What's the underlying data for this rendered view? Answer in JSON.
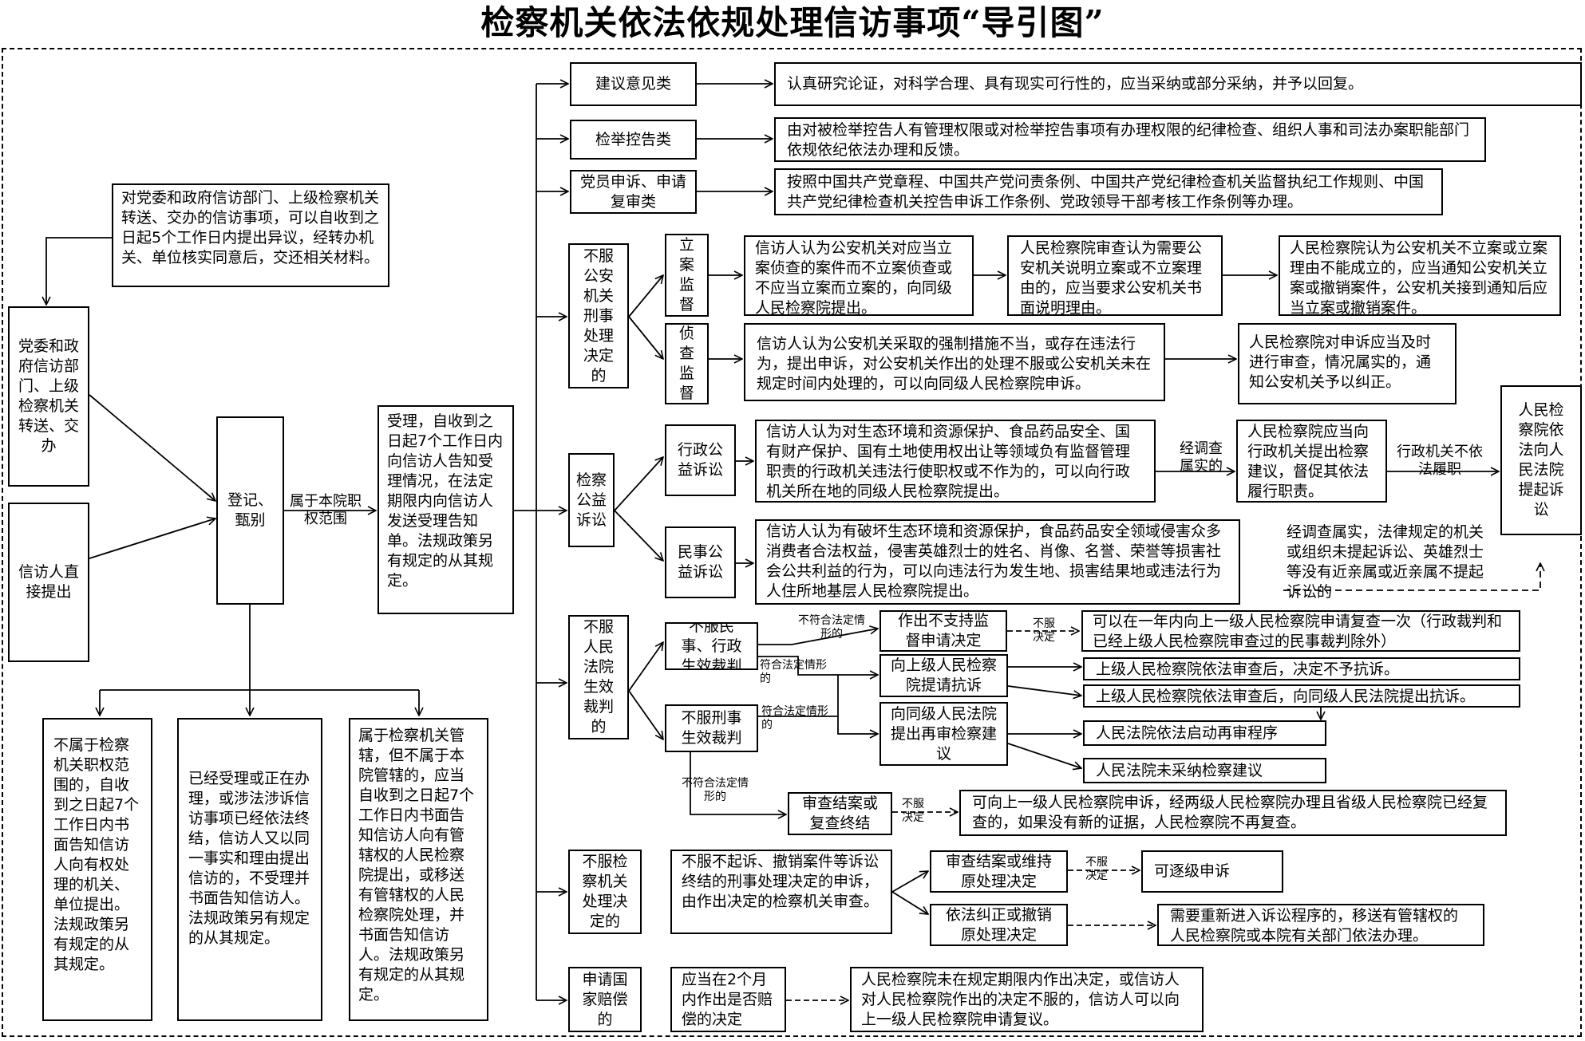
{
  "title": "检察机关依法依规处理信访事项“导引图”",
  "sources": {
    "party": "党委和政府信访部门、上级检察机关转送、交办",
    "direct": "信访人直接提出",
    "objection_note": "对党委和政府信访部门、上级检察机关转送、交办的信访事项，可以自收到之日起5个工作日内提出异议，经转办机关、单位核实同意后，交还相关材料。"
  },
  "register": "登记、甄别",
  "within_scope_label": "属于本院职权范围",
  "accept": "受理，自收到之日起7个工作日内向信访人告知受理情况，在法定期限内向信访人发送受理告知单。法规政策另有规定的从其规定。",
  "outcomes": {
    "not_procuratorate": "不属于检察机关职权范围的，自收到之日起7个工作日内书面告知信访人向有权处理的机关、单位提出。法规政策另有规定的从其规定。",
    "already_handled": "已经受理或正在办理，或涉法涉诉信访事项已经依法终结，信访人又以同一事实和理由提出信访的，不受理并书面告知信访人。法规政策另有规定的从其规定。",
    "other_court": "属于检察机关管辖，但不属于本院管辖的，应当自收到之日起7个工作日内书面告知信访人向有管辖权的人民检察院提出，或移送有管辖权的人民检察院处理，并书面告知信访人。法规政策另有规定的从其规定。"
  },
  "categories": {
    "suggestion": {
      "name": "建议意见类",
      "desc": "认真研究论证，对科学合理、具有现实可行性的，应当采纳或部分采纳，并予以回复。"
    },
    "report": {
      "name": "检举控告类",
      "desc": "由对被检举控告人有管理权限或对检举控告事项有办理权限的纪律检查、组织人事和司法办案职能部门依规依纪依法办理和反馈。"
    },
    "party_appeal": {
      "name": "党员申诉、申请复审类",
      "desc": "按照中国共产党章程、中国共产党问责条例、中国共产党纪律检查机关监督执纪工作规则、中国共产党纪律检查机关控告申诉工作条例、党政领导干部考核工作条例等办理。"
    },
    "police": {
      "name": "不服公安机关刑事处理决定的",
      "filing": {
        "name": "立案监督",
        "step1": "信访人认为公安机关对应当立案侦查的案件而不立案侦查或不应当立案而立案的，向同级人民检察院提出。",
        "step2": "人民检察院审查认为需要公安机关说明立案或不立案理由的，应当要求公安机关书面说明理由。",
        "step3": "人民检察院认为公安机关不立案或立案理由不能成立的，应当通知公安机关立案或撤销案件，公安机关接到通知后应当立案或撤销案件。"
      },
      "investigation": {
        "name": "侦查监督",
        "step1": "信访人认为公安机关采取的强制措施不当，或存在违法行为，提出申诉，对公安机关作出的处理不服或公安机关未在规定时间内处理的，可以向同级人民检察院申诉。",
        "step2": "人民检察院对申诉应当及时进行审查，情况属实的，通知公安机关予以纠正。"
      }
    },
    "public_interest": {
      "name": "检察公益诉讼",
      "admin": {
        "name": "行政公益诉讼",
        "desc": "信访人认为对生态环境和资源保护、食品药品安全、国有财产保护、国有土地使用权出让等领域负有监督管理职责的行政机关违法行使职权或不作为的，可以向行政机关所在地的同级人民检察院提出。",
        "verified_label": "经调查属实的",
        "proposal": "人民检察院应当向行政机关提出检察建议，督促其依法履行职责。",
        "noncompliance_label": "行政机关不依法履职"
      },
      "civil": {
        "name": "民事公益诉讼",
        "desc": "信访人认为有破坏生态环境和资源保护，食品药品安全领域侵害众多消费者合法权益，侵害英雄烈士的姓名、肖像、名誉、荣誉等损害社会公共利益的行为，可以向违法行为发生地、损害结果地或违法行为人住所地基层人民检察院提出。",
        "verified_note": "经调查属实，法律规定的机关或组织未提起诉讼、英雄烈士等没有近亲属或近亲属不提起诉讼的"
      },
      "lawsuit": "人民检察院依法向人民法院提起诉讼"
    },
    "court": {
      "name": "不服人民法院生效裁判的",
      "civil_admin": "不服民事、行政生效裁判",
      "criminal": "不服刑事生效裁判",
      "not_legal_label": "不符合法定情形的",
      "legal_label": "符合法定情形的",
      "not_support": "作出不支持监督申请决定",
      "appeal_label": "不服决定",
      "review_once": "可以在一年内向上一级人民检察院申请复查一次（行政裁判和已经上级人民检察院审查过的民事裁判除外）",
      "request_protest": "向上级人民检察院提请抗诉",
      "no_protest": "上级人民检察院依法审查后，决定不予抗诉。",
      "protest": "上级人民检察院依法审查后，向同级人民法院提出抗诉。",
      "retrial_proposal": "向同级人民法院提出再审检察建议",
      "retrial_start": "人民法院依法启动再审程序",
      "retrial_rejected": "人民法院未采纳检察建议",
      "review_end": "审查结案或复查终结",
      "review_note": "可向上一级人民检察院申诉，经两级人民检察院办理且省级人民检察院已经复查的，如果没有新的证据，人民检察院不再复查。"
    },
    "procuratorate": {
      "name": "不服检察机关处理决定的",
      "desc": "不服不起诉、撤销案件等诉讼终结的刑事处理决定的申诉，由作出决定的检察机关审查。",
      "maintain": "审查结案或维持原处理决定",
      "escalate": "可逐级申诉",
      "correct": "依法纠正或撤销原处理决定",
      "transfer": "需要重新进入诉讼程序的，移送有管辖权的人民检察院或本院有关部门依法办理。"
    },
    "compensation": {
      "name": "申请国家赔偿的",
      "decide": "应当在2个月内作出是否赔偿的决定",
      "reconsider": "人民检察院未在规定期限内作出决定，或信访人对人民检察院作出的决定不服的，信访人可以向上一级人民检察院申请复议。"
    }
  }
}
